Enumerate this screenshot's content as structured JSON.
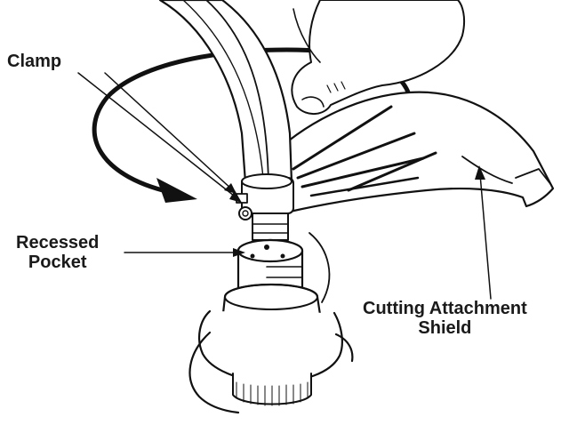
{
  "labels": {
    "clamp": "Clamp",
    "recessed_pocket_line1": "Recessed",
    "recessed_pocket_line2": "Pocket",
    "shield_line1": "Cutting Attachment",
    "shield_line2": "Shield"
  },
  "colors": {
    "ink": "#111111",
    "background": "#ffffff"
  }
}
